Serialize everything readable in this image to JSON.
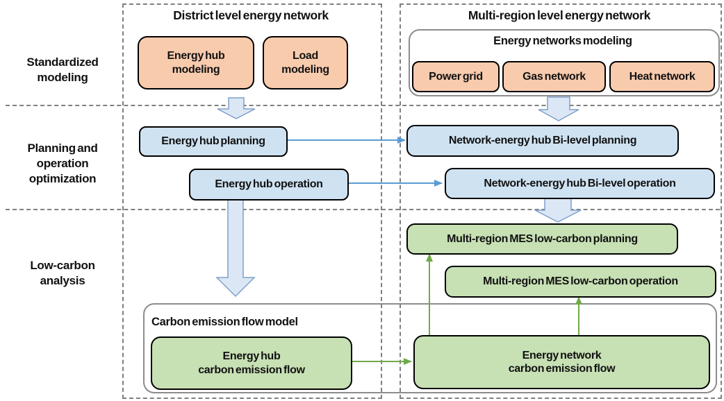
{
  "palette": {
    "orange_fill": "#f8cbad",
    "blue_fill": "#cfe2f2",
    "green_fill": "#c7e0b4",
    "block_arrow_fill": "#dce7f5",
    "block_arrow_stroke": "#7f9fc9",
    "thin_arrow_blue": "#5b9bd5",
    "arrow_green": "#6faa48",
    "dashed_border_gray": "#7f7f7f",
    "container_border_gray": "#8c8c8c",
    "box_border": "#000000"
  },
  "row_labels": [
    {
      "text": "Standardized\nmodeling"
    },
    {
      "text": "Planning and\noperation\noptimization"
    },
    {
      "text": "Low-carbon\nanalysis"
    }
  ],
  "columns": {
    "district": {
      "title": "District level energy network"
    },
    "multi_region": {
      "title": "Multi-region level energy network"
    }
  },
  "standardized": {
    "energy_hub_modeling": "Energy hub\nmodeling",
    "load_modeling": "Load\nmodeling",
    "energy_networks_modeling": "Energy networks modeling",
    "power_grid": "Power grid",
    "gas_network": "Gas network",
    "heat_network": "Heat network"
  },
  "planning": {
    "energy_hub_planning": "Energy hub planning",
    "energy_hub_operation": "Energy hub operation",
    "bilevel_planning": "Network-energy hub Bi-level planning",
    "bilevel_operation": "Network-energy hub Bi-level operation"
  },
  "low_carbon": {
    "mes_planning": "Multi-region MES low-carbon planning",
    "mes_operation": "Multi-region MES low-carbon operation",
    "cef_model": "Carbon emission flow model",
    "energy_hub_cef": "Energy hub\ncarbon emission flow",
    "energy_network_cef": "Energy network\ncarbon emission flow"
  }
}
